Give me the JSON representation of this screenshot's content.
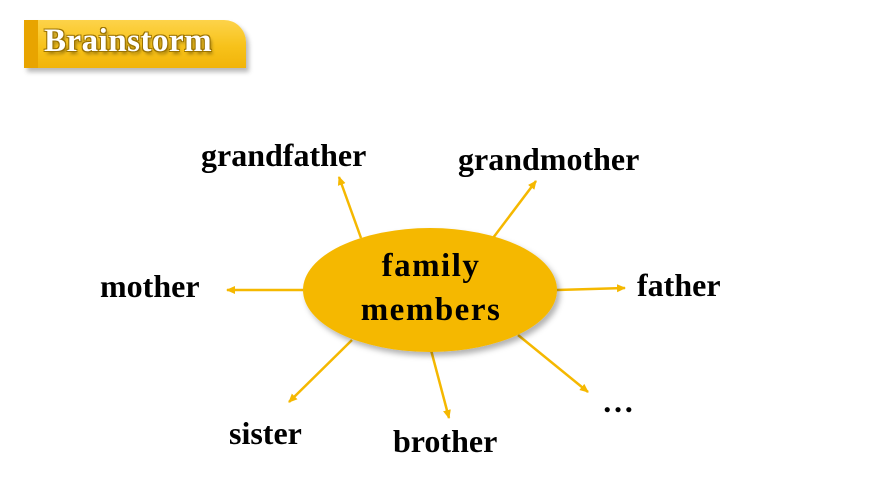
{
  "header": {
    "title": "Brainstorm"
  },
  "center": {
    "line1": "family",
    "line2": "members"
  },
  "nodes": {
    "grandfather": "grandfather",
    "grandmother": "grandmother",
    "mother": "mother",
    "father": "father",
    "sister": "sister",
    "brother": "brother",
    "more": "…"
  },
  "colors": {
    "ellipse_fill": "#f5b800",
    "arrow": "#f5b800",
    "badge_fill": "#f7c21a",
    "text": "#000000"
  }
}
